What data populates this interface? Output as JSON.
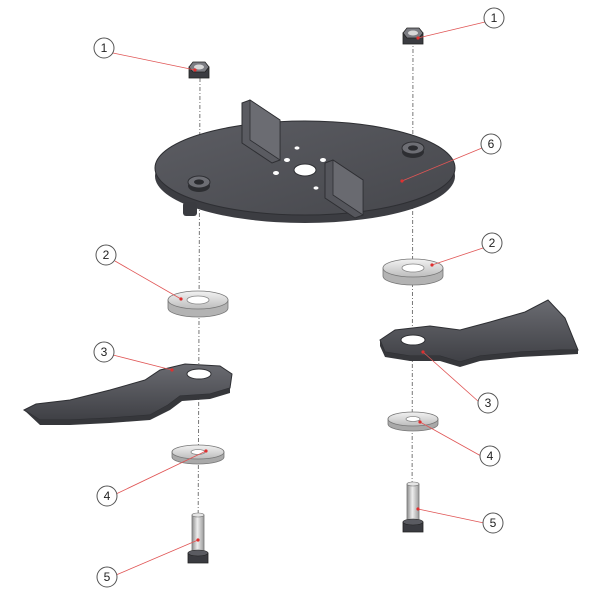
{
  "callouts": {
    "c1a": "1",
    "c1b": "1",
    "c2a": "2",
    "c2b": "2",
    "c3a": "3",
    "c3b": "3",
    "c4a": "4",
    "c4b": "4",
    "c5a": "5",
    "c5b": "5",
    "c6": "6"
  },
  "colors": {
    "metal_dark": "#4a4b50",
    "metal_mid": "#5e6066",
    "metal_light": "#7a7c82",
    "washer": "#d6d6d6",
    "leader": "#e05555"
  }
}
